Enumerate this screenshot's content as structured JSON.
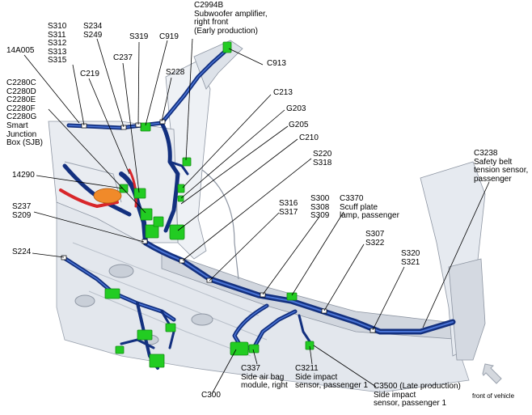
{
  "labels": {
    "s310_s315": "S310\nS311\nS312\nS313\nS315",
    "s234_s249": "S234\nS249",
    "s319": "S319",
    "c919": "C919",
    "c2994b": "C2994B\nSubwoofer amplifier,\nright front\n(Early production)",
    "c913": "C913",
    "a14a005": "14A005",
    "c237": "C237",
    "s228": "S228",
    "c219": "C219",
    "sjb": "C2280C\nC2280D\nC2280E\nC2280F\nC2280G\nSmart\nJunction\nBox (SJB)",
    "c213": "C213",
    "g203": "G203",
    "g205": "G205",
    "c210": "C210",
    "s220_s318": "S220\nS318",
    "c3238": "C3238\nSafety belt\ntension sensor,\npassenger",
    "a14290": "14290",
    "s237_s209": "S237\nS209",
    "s316_s317": "S316\nS317",
    "s300_s309": "S300\nS308\nS309",
    "c3370": "C3370\nScuff plate\nlamp, passenger",
    "s307_s322": "S307\nS322",
    "s224": "S224",
    "s320_s321": "S320\nS321",
    "c300": "C300",
    "c337": "C337\nSide air bag\nmodule, right",
    "c3211": "C3211\nSide impact\nsensor, passenger 1",
    "c3500": "C3500 (Late production)\nSide impact\nsensor, passenger 1",
    "front_of_vehicle": "front of vehicle"
  },
  "colors": {
    "harness": "#1e3f9e",
    "harness_light": "#4a74d6",
    "connector": "#22cc22",
    "connector_dark": "#138a13",
    "body_light": "#eef1f5",
    "body_mid": "#c9cfd8",
    "body_dark": "#8e96a3",
    "leader": "#000000",
    "arrow": "#c8ccd2"
  }
}
